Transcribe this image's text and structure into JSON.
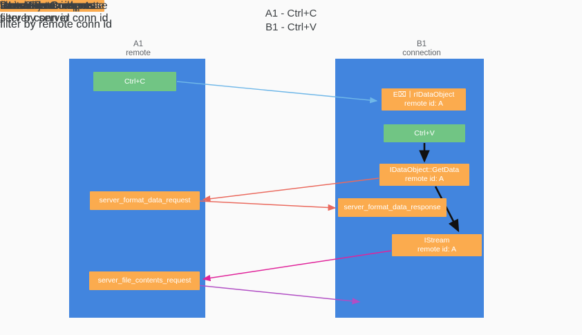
{
  "title": {
    "line1": "A1 - Ctrl+C",
    "line2": "B1 - Ctrl+V"
  },
  "columns": [
    {
      "id": "a1",
      "name": "A1",
      "sub": "remote"
    },
    {
      "id": "b1",
      "name": "B1",
      "sub": "connection"
    }
  ],
  "nodes": {
    "ctrl_c": {
      "label": "Ctrl+C",
      "color": "#71c584"
    },
    "idataobject": {
      "label": "E⌧丨rIDataObject",
      "sub": "remote id: A",
      "color": "#fbab4e"
    },
    "ctrl_v": {
      "label": "Ctrl+V",
      "color": "#71c584"
    },
    "getdata": {
      "label": "IDataObject::GetData",
      "sub": "remote id: A",
      "color": "#fbab4e"
    },
    "istream": {
      "label": "IStream",
      "sub": "remote id: A",
      "color": "#fbab4e"
    },
    "server_format_data_request": {
      "label": "server_format_data_request",
      "color": "#fbab4e"
    },
    "server_format_data_response": {
      "label": "server_format_data_response",
      "color": "#fbab4e"
    },
    "server_file_contents_request": {
      "label": "server_file_contents_request",
      "color": "#fbab4e"
    },
    "server_file_contents_response": {
      "label": "server_file_contents_response",
      "color": "#fbab4e"
    }
  },
  "edges": {
    "format_list": {
      "label": "format list",
      "color": "#6fb7e8"
    },
    "format_data_request": {
      "label": "format data request",
      "filter_prefix": "filter by ",
      "filter_value": "server conn id",
      "color": "#ea6a5e"
    },
    "format_data_response": {
      "label": "format data response",
      "filter_prefix": "filter by ",
      "filter_value": "remote conn id",
      "color": "#ea6a5e"
    },
    "file_contents_request": {
      "label": "file contents request",
      "filter_prefix": "filter by ",
      "filter_value": "server conn id",
      "color": "#e0249a"
    },
    "file_contents_response": {
      "label": "file contents response",
      "filter_prefix": "filter by ",
      "filter_value": "remote conn id",
      "color": "#b14ec4"
    }
  },
  "side_labels": {
    "right": [
      {
        "text": "server conn id",
        "color": "#5fb271"
      },
      {
        "text": "server conn id",
        "color": "#5fb271"
      },
      {
        "text": "DataObject",
        "color": "#3c4043"
      },
      {
        "text": "Istream",
        "color": "#3c4043"
      },
      {
        "text": "Write File Contents",
        "color": "#3c4043"
      }
    ],
    "left": {
      "remote_conn_id": "remote conn id",
      "server_conn_id": "server conn id",
      "read_file_contents": "Read File Contents"
    }
  },
  "colors": {
    "lane": "#4285de",
    "green_node": "#71c584",
    "orange_node": "#fbab4e",
    "green_text": "#5fb271",
    "purple_text": "#c34fd0",
    "divider": "#1a1a1a",
    "background": "#fafafa"
  }
}
